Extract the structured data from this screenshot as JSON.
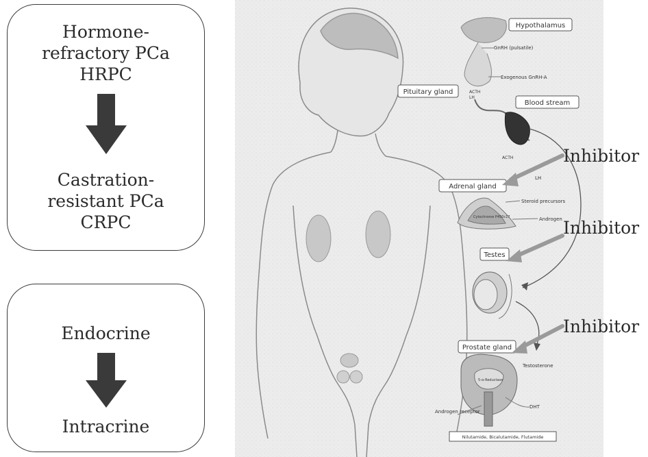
{
  "box1": {
    "top_text": "Hormone-\nrefractory PCa\nHRPC",
    "bottom_text": "Castration-\nresistant PCa\nCRPC"
  },
  "box2": {
    "top_text": "Endocrine",
    "bottom_text": "Intracrine"
  },
  "illustration": {
    "labels": {
      "hypothalamus": "Hypothalamus",
      "gnrh": "GnRH (pulsatile)",
      "exogenous": "Exogenous GnRH-A",
      "pituitary": "Pituitary gland",
      "acth_lh": "ACTH",
      "lh_small": "LH",
      "blood": "Blood stream",
      "acth2": "ACTH",
      "lh2": "LH",
      "adrenal": "Adrenal gland",
      "steroid": "Steroid precursors",
      "cyp": "Cytochrome P450c17",
      "androgen": "Androgen",
      "testes": "Testes",
      "prostate": "Prostate gland",
      "testosterone": "Testosterone",
      "reductase": "5-α-Reductase",
      "dht": "DHT",
      "receptor": "Androgen receptor",
      "drugs": "Nilutamide, Bicalutamide, Flutamide"
    }
  },
  "inhibitors": [
    "Inhibitor",
    "Inhibitor",
    "Inhibitor"
  ],
  "colors": {
    "arrow_dark": "#3a3a3a",
    "inhibitor_arrow": "#9a9a9a",
    "border": "#3a3a3a"
  }
}
